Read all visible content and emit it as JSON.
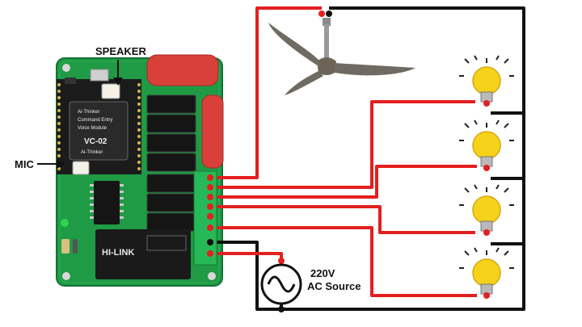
{
  "labels": {
    "speaker": "SPEAKER",
    "mic": "MIC",
    "ac_source_voltage": "220V",
    "ac_source_name": "AC Source"
  },
  "module": {
    "model": "VC-02",
    "brand": "Ai-Thinker",
    "power_supply_brand": "HI-LINK"
  },
  "loads": {
    "fan_count": 1,
    "bulb_count": 4
  },
  "colors": {
    "live_wire": "#e41f1f",
    "neutral_wire": "#111111",
    "pcb": "#1f9a45",
    "bulb": "#f7d21a",
    "capacitor": "#d9403a"
  }
}
